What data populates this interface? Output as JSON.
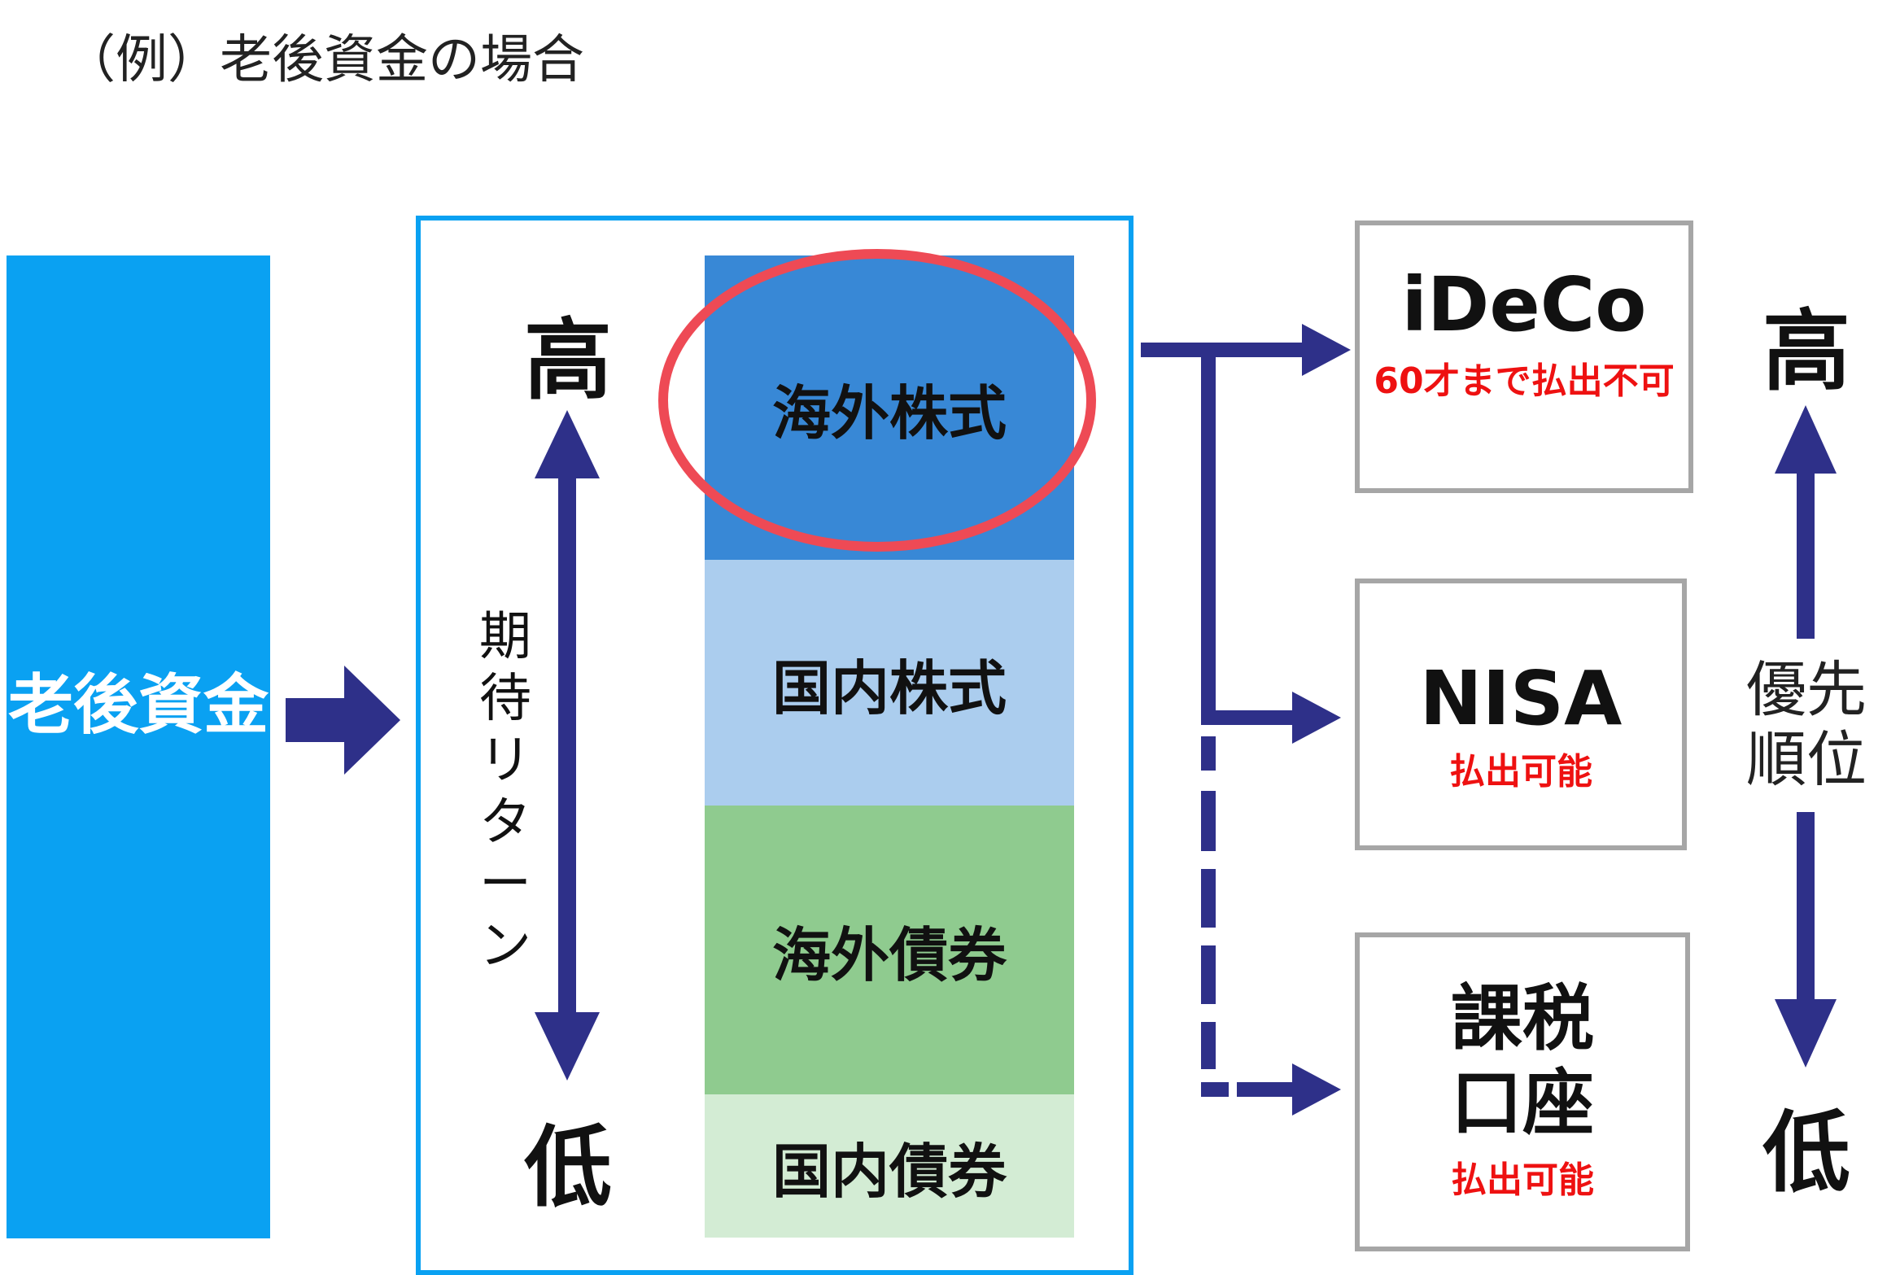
{
  "caption": "（例）老後資金の場合",
  "source": {
    "label": "老後資金"
  },
  "return_axis": {
    "high": "高",
    "low": "低",
    "label": "期待リターン"
  },
  "assets": [
    {
      "label": "海外株式",
      "color": "#3888d6",
      "highlighted": true
    },
    {
      "label": "国内株式",
      "color": "#abcdee"
    },
    {
      "label": "海外債券",
      "color": "#8fcb8f"
    },
    {
      "label": "国内債券",
      "color": "#d3ecd4"
    }
  ],
  "accounts": [
    {
      "name": "iDeCo",
      "note": "60才まで払出不可"
    },
    {
      "name": "NISA",
      "note": "払出可能"
    },
    {
      "name": "課税口座",
      "note": "払出可能"
    }
  ],
  "priority": {
    "high": "高",
    "low": "低",
    "label": "優先順位"
  },
  "colors": {
    "arrow": "#2e3089",
    "highlight_ring": "#ee4a55",
    "source_fill": "#0aa1f2",
    "note_text": "#ee1111"
  }
}
